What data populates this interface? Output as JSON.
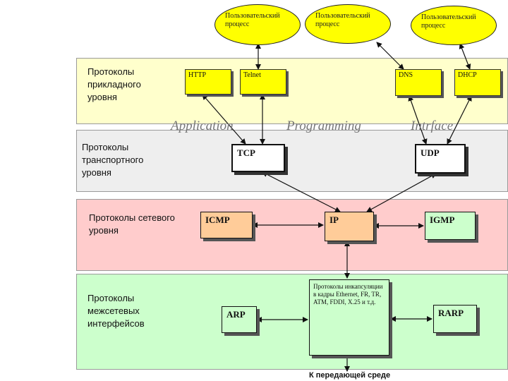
{
  "processes": [
    "Пользовательский процесс",
    "Пользовательский процесс",
    "Пользовательский процесс"
  ],
  "layers": {
    "application": {
      "label": "Протоколы прикладного уровня",
      "color": "#ffffcc"
    },
    "transport": {
      "label": "Протоколы транспортного уровня",
      "color": "#eeeeee"
    },
    "network": {
      "label": "Протоколы сетевого уровня",
      "color": "#ffcccc"
    },
    "link": {
      "label": "Протоколы межсетевых интерфейсов",
      "color": "#ccffcc"
    }
  },
  "protocols": {
    "http": "HTTP",
    "telnet": "Telnet",
    "dns": "DNS",
    "dhcp": "DHCP",
    "tcp": "TCP",
    "udp": "UDP",
    "icmp": "ICMP",
    "ip": "IP",
    "igmp": "IGMP",
    "arp": "ARP",
    "rarp": "RARP",
    "encapsulation": "Протоколы инкапсуляции в кадры Ethernet, FR, TR, ATM, FDDI, X.25 и т.д."
  },
  "api": {
    "word1": "Application",
    "word2": "Programming",
    "word3": "Intrface"
  },
  "footer": "К передающей среде",
  "colors": {
    "yellow": "#ffff00",
    "peach": "#ffcc99",
    "green": "#ccffcc"
  }
}
